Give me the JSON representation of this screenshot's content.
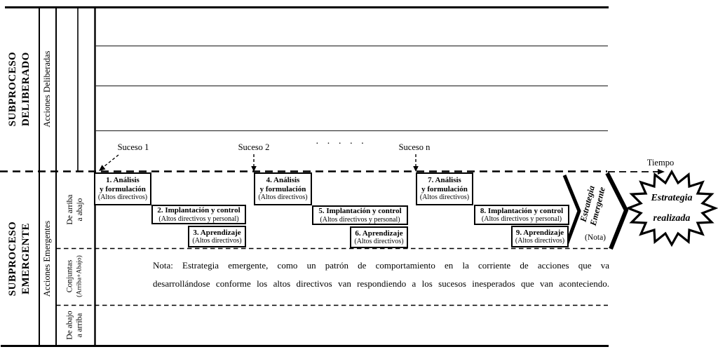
{
  "colors": {
    "ink": "#000000",
    "paper": "#ffffff",
    "thin_rule": "#3a3a3a"
  },
  "left_panel": {
    "deliberado": {
      "title_line1": "SUBPROCESO",
      "title_line2": "DELIBERADO",
      "actions_label": "Acciones Deliberadas"
    },
    "emergente": {
      "title_line1": "SUBPROCESO",
      "title_line2": "EMERGENTE",
      "actions_label": "Acciones Emergentes",
      "flows": [
        {
          "line1": "De arriba",
          "line2": "a abajo"
        },
        {
          "line1": "Conjuntas",
          "line2": "(Arriba+Abajo)"
        },
        {
          "line1": "De abajo",
          "line2": "a arriba"
        }
      ]
    }
  },
  "timeline": {
    "event1": "Suceso 1",
    "event2": "Suceso 2",
    "event_n": "Suceso n",
    "ellipsis": "·  ·  ·  ·  ·",
    "time_label": "Tiempo"
  },
  "process_boxes": [
    {
      "title1": "1. Análisis",
      "title2": "y formulación",
      "staff": "(Altos directivos)"
    },
    {
      "title1": "2. Implantación y control",
      "staff": "(Altos directivos y personal)"
    },
    {
      "title1": "3. Aprendizaje",
      "staff": "(Altos directivos)"
    },
    {
      "title1": "4. Análisis",
      "title2": "y formulación",
      "staff": "(Altos directivos)"
    },
    {
      "title1": "5. Implantación y control",
      "staff": "(Altos directivos y personal)"
    },
    {
      "title1": "6. Aprendizaje",
      "staff": "(Altos directivos)"
    },
    {
      "title1": "7. Análisis",
      "title2": "y formulación",
      "staff": "(Altos directivos)"
    },
    {
      "title1": "8. Implantación y control",
      "staff": "(Altos directivos y personal)"
    },
    {
      "title1": "9. Aprendizaje",
      "staff": "(Altos directivos)"
    }
  ],
  "outcome": {
    "emergent_line1": "Estrategia",
    "emergent_line2": "Emergente",
    "note_ref": "(Nota)",
    "realized_line1": "Estrategia",
    "realized_line2": "realizada"
  },
  "note": {
    "line1": "Nota: Estrategia emergente, como un patrón de comportamiento en la corriente de acciones que va",
    "line2": "desarrollándose conforme los altos directivos van respondiendo a los sucesos inesperados que van aconteciendo."
  }
}
